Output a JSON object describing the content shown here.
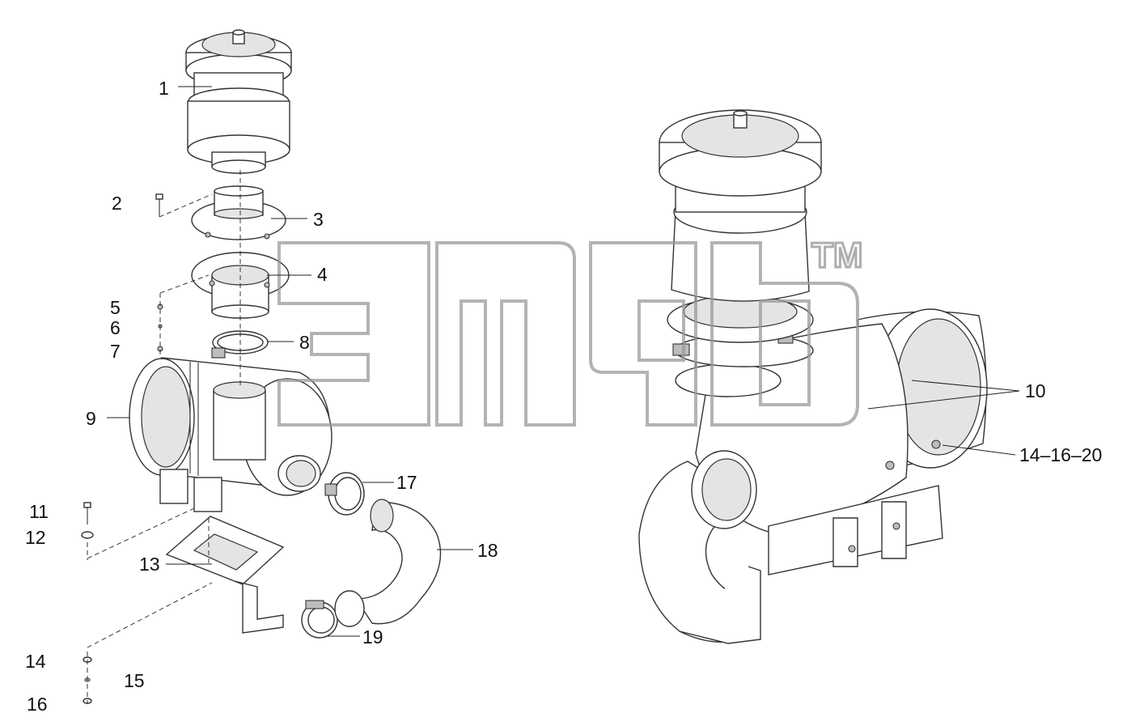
{
  "callouts": {
    "c1": "1",
    "c2": "2",
    "c3": "3",
    "c4": "4",
    "c5": "5",
    "c6": "6",
    "c7": "7",
    "c8": "8",
    "c9": "9",
    "c10": "10",
    "c11": "11",
    "c12": "12",
    "c13": "13",
    "c14": "14",
    "c15": "15",
    "c16": "16",
    "c17": "17",
    "c18": "18",
    "c19": "19",
    "c14_16_20": "14–16–20"
  },
  "watermark": {
    "trademark": "TM"
  },
  "colors": {
    "line": "#333333",
    "shade": "#e4e4e4",
    "watermark": "#9a9a9a"
  }
}
